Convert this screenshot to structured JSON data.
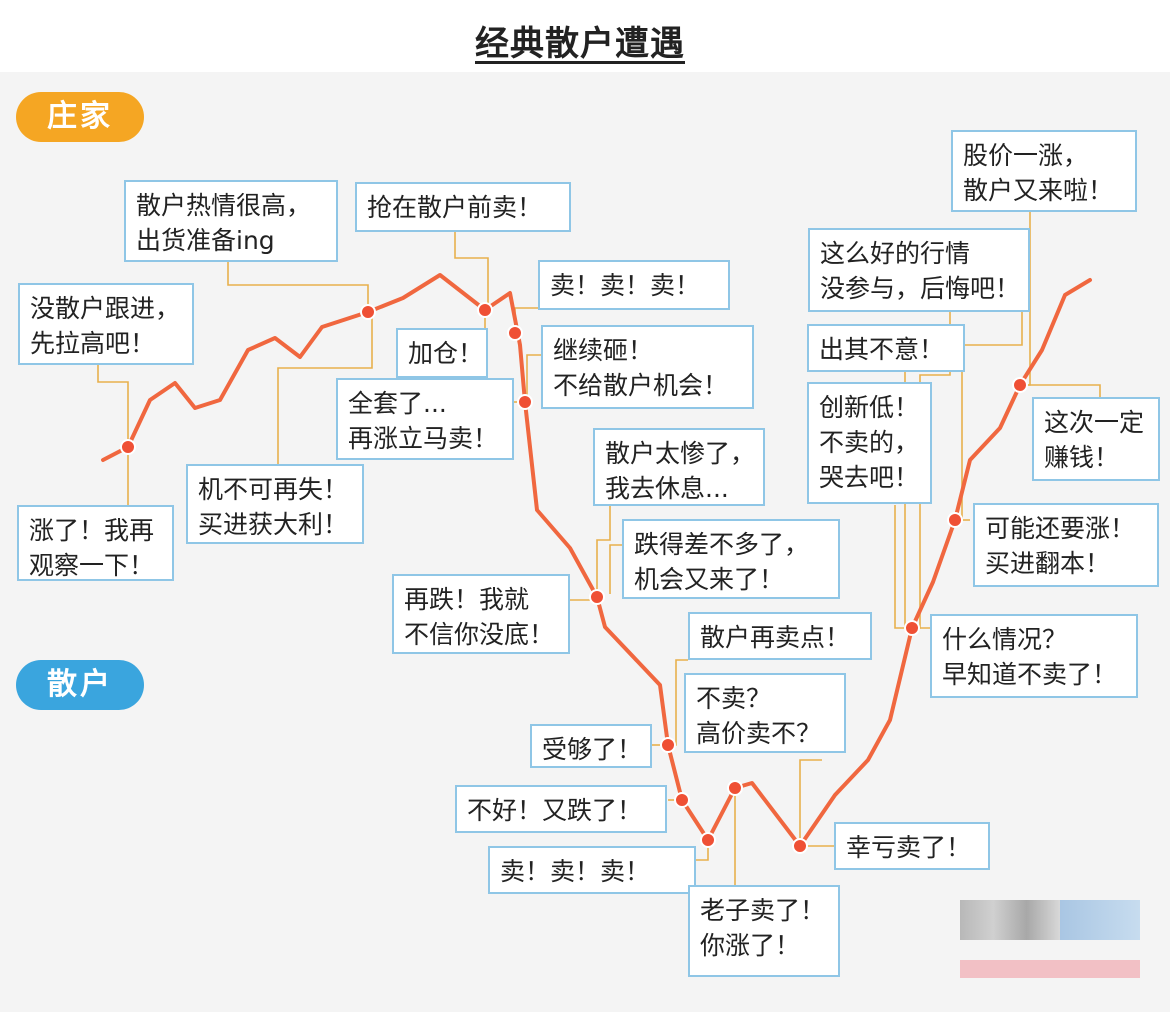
{
  "title": "经典散户遭遇",
  "labels": {
    "banker": "庄家",
    "retail": "散户"
  },
  "colors": {
    "line": "#f0673f",
    "dot": "#ef5035",
    "connector": "#e8b04c",
    "box_border": "#8fc6e6",
    "banker": "#f5a623",
    "retail": "#3aa5de"
  },
  "boxes": [
    {
      "id": "b1",
      "text": "没散户跟进，\n先拉高吧！"
    },
    {
      "id": "b2",
      "text": "散户热情很高，\n出货准备ing"
    },
    {
      "id": "b3",
      "text": "抢在散户前卖！"
    },
    {
      "id": "b4",
      "text": "卖！卖！卖！"
    },
    {
      "id": "b5",
      "text": "加仓！"
    },
    {
      "id": "b6",
      "text": "继续砸！\n不给散户机会！"
    },
    {
      "id": "b7",
      "text": "全套了...\n再涨立马卖！"
    },
    {
      "id": "b8",
      "text": "涨了！我再\n观察一下！"
    },
    {
      "id": "b9",
      "text": "机不可再失！\n买进获大利！"
    },
    {
      "id": "b10",
      "text": "散户太惨了，\n我去休息..."
    },
    {
      "id": "b11",
      "text": "跌得差不多了，\n机会又来了！"
    },
    {
      "id": "b12",
      "text": "再跌！我就\n不信你没底！"
    },
    {
      "id": "b13",
      "text": "散户再卖点！"
    },
    {
      "id": "b14",
      "text": "不卖？\n高价卖不？"
    },
    {
      "id": "b15",
      "text": "受够了！"
    },
    {
      "id": "b16",
      "text": "不好！又跌了！"
    },
    {
      "id": "b17",
      "text": "卖！卖！卖！"
    },
    {
      "id": "b18",
      "text": "老子卖了！\n你涨了！"
    },
    {
      "id": "b19",
      "text": "幸亏卖了！"
    },
    {
      "id": "b20",
      "text": "股价一涨，\n散户又来啦！"
    },
    {
      "id": "b21",
      "text": "这么好的行情\n没参与，后悔吧！"
    },
    {
      "id": "b22",
      "text": "出其不意！"
    },
    {
      "id": "b23",
      "text": "创新低！\n不卖的，\n哭去吧！"
    },
    {
      "id": "b24",
      "text": "这次一定\n赚钱！"
    },
    {
      "id": "b25",
      "text": "可能还要涨！\n买进翻本！"
    },
    {
      "id": "b26",
      "text": "什么情况？\n早知道不卖了！"
    }
  ]
}
